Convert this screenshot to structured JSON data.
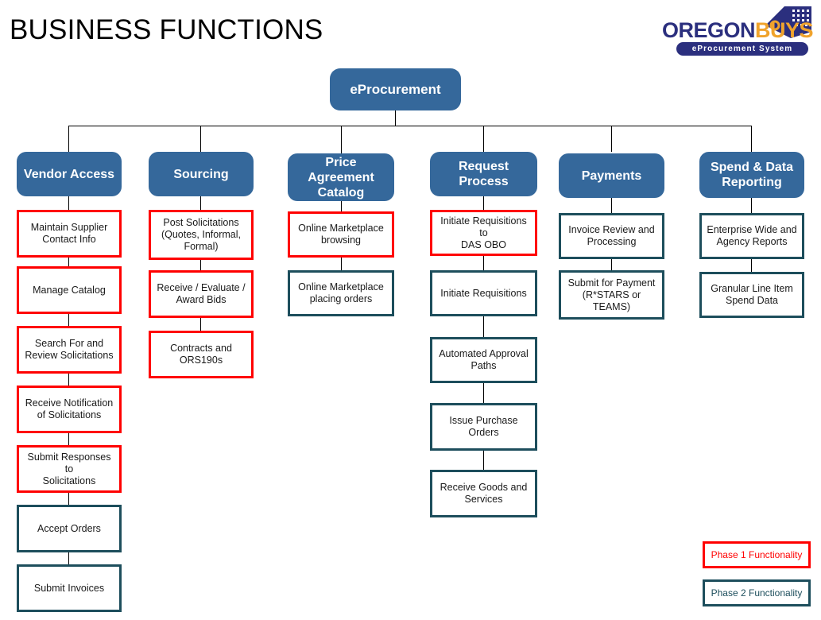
{
  "page": {
    "title": "BUSINESS FUNCTIONS",
    "background": "#ffffff"
  },
  "logo": {
    "word_primary": "OREGON",
    "word_secondary": "BUYS",
    "tagline": "eProcurement System",
    "colors": {
      "primary": "#2b2f7e",
      "secondary": "#f0a32c",
      "band_text": "#ffffff"
    }
  },
  "colors": {
    "header_fill": "#35689b",
    "header_text": "#ffffff",
    "phase1_border": "#ff0000",
    "phase2_border": "#1d4e5c",
    "node_text": "#1a1a1a",
    "connector": "#000000"
  },
  "root": {
    "label": "eProcurement"
  },
  "legend": {
    "items": [
      {
        "label": "Phase 1 Functionality",
        "phase": "phase1"
      },
      {
        "label": "Phase 2 Functionality",
        "phase": "phase2"
      }
    ]
  },
  "chart_data": {
    "type": "diagram",
    "title": "BUSINESS FUNCTIONS",
    "root": "eProcurement",
    "legend": [
      "Phase 1 Functionality",
      "Phase 2 Functionality"
    ],
    "columns": [
      {
        "header": "Vendor Access",
        "nodes": [
          {
            "label": "Maintain Supplier\nContact Info",
            "phase": "phase1"
          },
          {
            "label": "Manage Catalog",
            "phase": "phase1"
          },
          {
            "label": "Search For and\nReview Solicitations",
            "phase": "phase1"
          },
          {
            "label": "Receive Notification\nof Solicitations",
            "phase": "phase1"
          },
          {
            "label": "Submit Responses to\nSolicitations",
            "phase": "phase1"
          },
          {
            "label": "Accept Orders",
            "phase": "phase2"
          },
          {
            "label": "Submit Invoices",
            "phase": "phase2"
          }
        ]
      },
      {
        "header": "Sourcing",
        "nodes": [
          {
            "label": "Post Solicitations\n(Quotes, Informal,\nFormal)",
            "phase": "phase1"
          },
          {
            "label": "Receive / Evaluate /\nAward Bids",
            "phase": "phase1"
          },
          {
            "label": "Contracts and\nORS190s",
            "phase": "phase1"
          }
        ]
      },
      {
        "header": "Price\nAgreement\nCatalog",
        "nodes": [
          {
            "label": "Online Marketplace\nbrowsing",
            "phase": "phase1"
          },
          {
            "label": "Online Marketplace\nplacing orders",
            "phase": "phase2"
          }
        ]
      },
      {
        "header": "Request\nProcess",
        "nodes": [
          {
            "label": "Initiate Requisitions to\nDAS OBO",
            "phase": "phase1"
          },
          {
            "label": "Initiate Requisitions",
            "phase": "phase2"
          },
          {
            "label": "Automated Approval\nPaths",
            "phase": "phase2"
          },
          {
            "label": "Issue Purchase\nOrders",
            "phase": "phase2"
          },
          {
            "label": "Receive Goods and\nServices",
            "phase": "phase2"
          }
        ]
      },
      {
        "header": "Payments",
        "nodes": [
          {
            "label": "Invoice Review and\nProcessing",
            "phase": "phase2"
          },
          {
            "label": "Submit for Payment\n(R*STARS or\nTEAMS)",
            "phase": "phase2"
          }
        ]
      },
      {
        "header": "Spend & Data\nReporting",
        "nodes": [
          {
            "label": "Enterprise Wide and\nAgency Reports",
            "phase": "phase2"
          },
          {
            "label": "Granular Line Item\nSpend Data",
            "phase": "phase2"
          }
        ]
      }
    ]
  }
}
